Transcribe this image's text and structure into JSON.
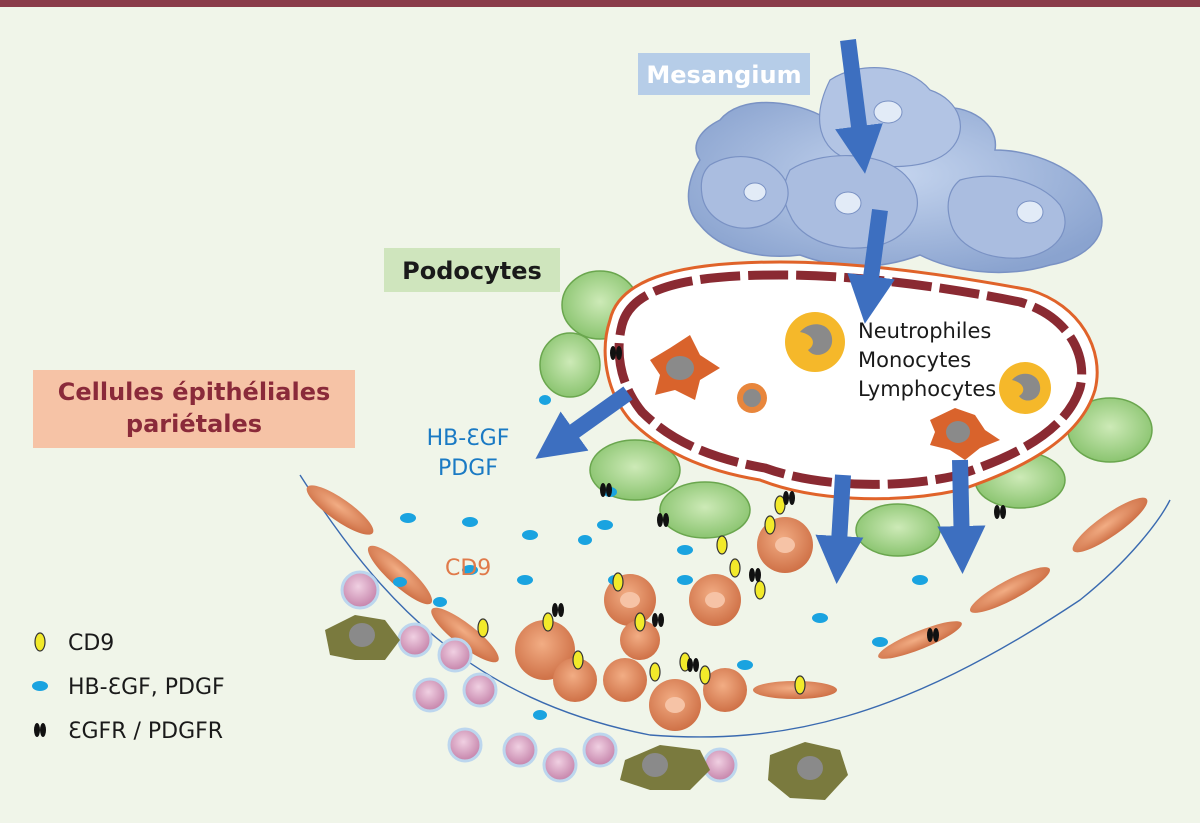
{
  "labels": {
    "mesangium": "Mesangium",
    "podocytes": "Podocytes",
    "parietal_line1": "Cellules épithéliales",
    "parietal_line2": "pariétales",
    "growth_factor_line1": "HB-ƐGF",
    "growth_factor_line2": "PDGF",
    "cd9": "CD9",
    "leukocyte_line1": "Neutrophiles",
    "leukocyte_line2": "Monocytes",
    "leukocyte_line3": "Lymphocytes"
  },
  "legend": [
    {
      "symbol": "yellow-oval",
      "label": "CD9"
    },
    {
      "symbol": "blue-dot",
      "label": "HB-ƐGF, PDGF"
    },
    {
      "symbol": "black-pair",
      "label": "ƐGFR / PDGFR"
    }
  ],
  "colors": {
    "background": "#f0f5e9",
    "top_bar": "#8a3c4a",
    "mesangial_cell": "#9db3d9",
    "podocyte": "#a6d489",
    "parietal_cell": "#e08a5e",
    "capillary_border": "#e0632a",
    "endothelium": "#8a2a32",
    "arrow": "#3d6fc0",
    "growth_factor": "#1aa3e0",
    "cd9": "#f2ea2a",
    "receptor": "#111111",
    "label_text_blue": "#1a7ac4",
    "label_text_orange": "#e07a4a",
    "parietal_label_text": "#8a2a3a",
    "parietal_label_box": "#f6c3a6",
    "podocyte_label_box": "#cfe5bd",
    "mesangium_label_box": "#b6cde8",
    "lymphocyte": "#d48fb4",
    "macrophage": "#7a7a3e"
  }
}
